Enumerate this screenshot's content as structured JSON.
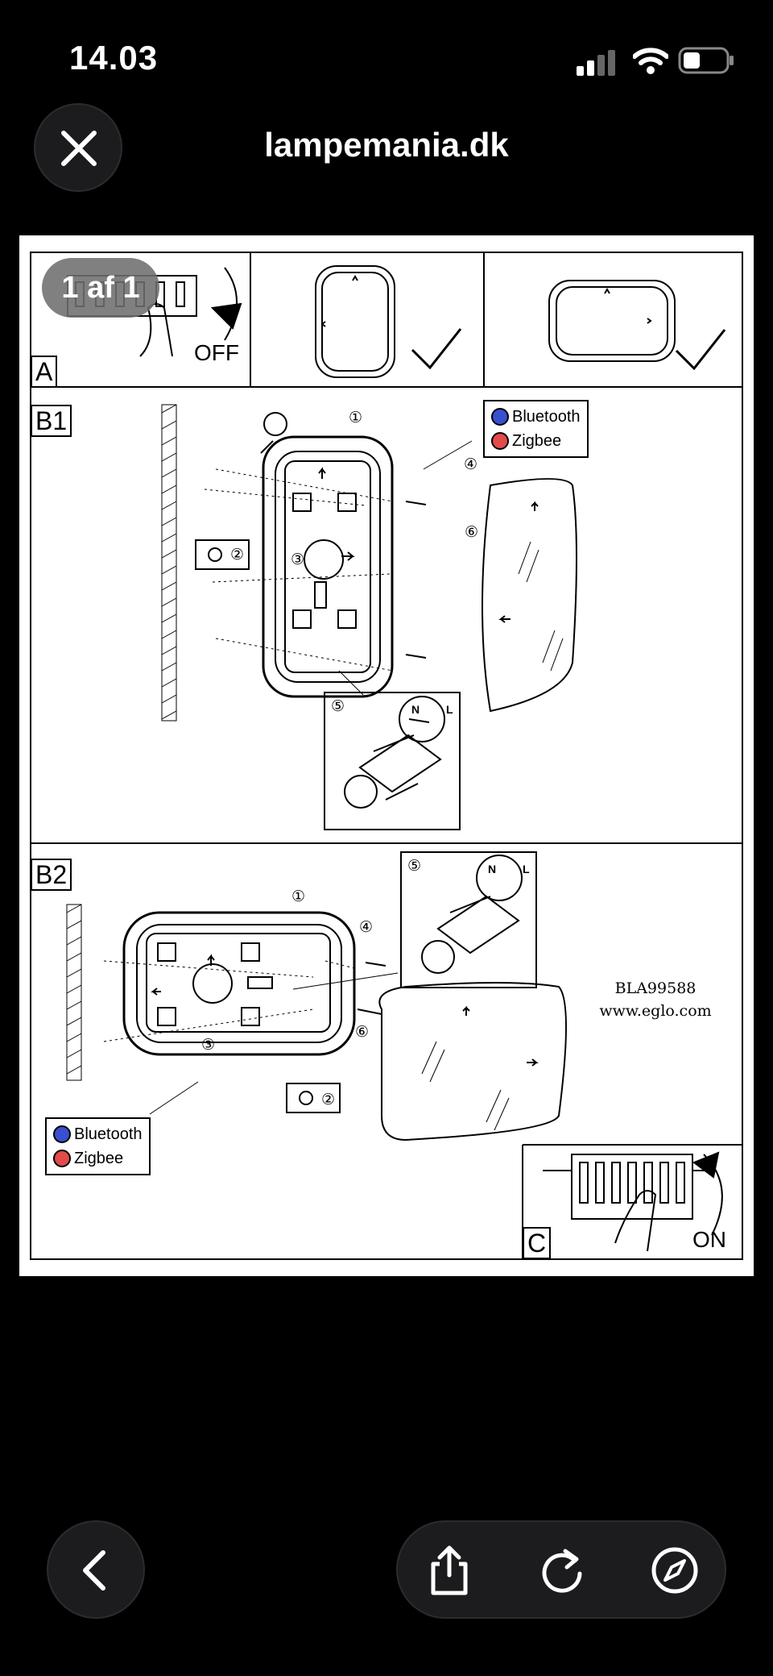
{
  "status_bar": {
    "time": "14.03",
    "icons": [
      "cellular-signal-icon",
      "wifi-icon",
      "battery-icon"
    ]
  },
  "nav": {
    "title": "lampemania.dk",
    "close_icon": "close-icon"
  },
  "page_counter": "1 af 1",
  "document": {
    "section_labels": {
      "a": "A",
      "b1": "B1",
      "b2": "B2",
      "c": "C"
    },
    "switch_off_label": "OFF",
    "switch_on_label": "ON",
    "legend": {
      "bluetooth": "Bluetooth",
      "zigbee": "Zigbee"
    },
    "product_code": "BLA99588",
    "website": "www.eglo.com",
    "terminal_letters": [
      "N",
      "L",
      "N",
      "L"
    ],
    "callouts": [
      "①",
      "②",
      "③",
      "④",
      "⑤",
      "⑥"
    ]
  },
  "bottom_bar": {
    "back_icon": "chevron-left-icon",
    "actions": [
      "share-icon",
      "reload-icon",
      "compass-icon"
    ]
  }
}
